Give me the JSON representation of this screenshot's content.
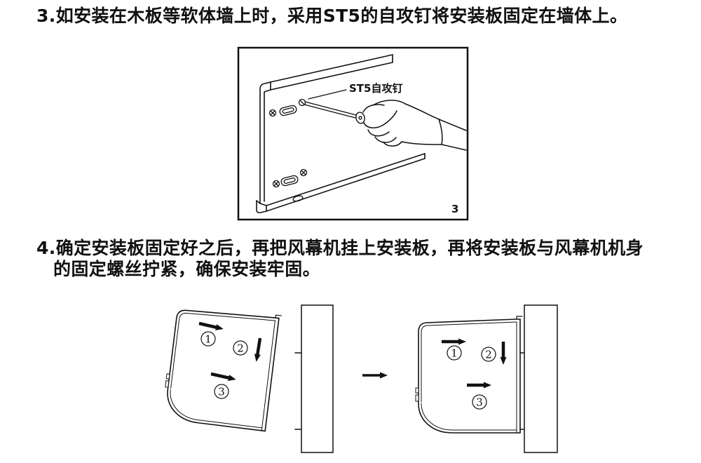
{
  "steps": [
    {
      "lines": [
        "3.如安装在木板等软体墙上时，采用ST5的自攻钉将安装板固定在墙体上。"
      ]
    },
    {
      "lines": [
        "4.确定安装板固定好之后，再把风幕机挂上安装板，再将安装板与风幕机机身",
        "的固定螺丝拧紧，确保安装牢固。"
      ]
    }
  ],
  "figure_3": {
    "callout": "ST5自攻钉",
    "number": "3"
  },
  "figure_4": {
    "before_labels": [
      "1",
      "2",
      "3"
    ],
    "after_labels": [
      "1",
      "2",
      "3"
    ]
  },
  "colors": {
    "ink": "#111111",
    "paper": "#ffffff"
  }
}
